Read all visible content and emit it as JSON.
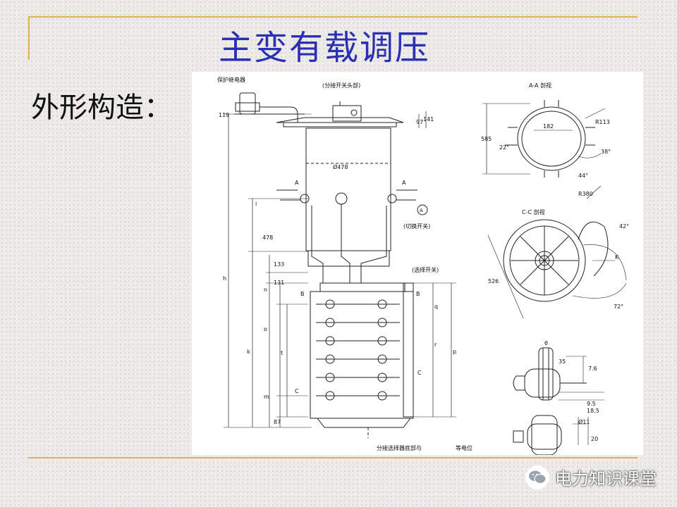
{
  "slide": {
    "title": "主变有载调压",
    "subtitle": "外形构造："
  },
  "drawing": {
    "labels": {
      "protect_relay": "保护继电器",
      "diverter_head": "(分接开关头部)",
      "section_aa": "A-A 剖视",
      "section_cc": "C-C 剖视",
      "diverter_switch": "(切换开关)",
      "selector": "(选择开关)",
      "bottom_note_a": "分接选择器底部与",
      "bottom_note_b": "等电位",
      "circle_a": "A",
      "a_left": "A",
      "a_right": "A",
      "b_left": "B",
      "b_right": "B",
      "c_left": "C",
      "c_right": "C",
      "k": "K",
      "theta": "θ"
    },
    "dims": {
      "d119": "119",
      "d97": "97",
      "d141": "141",
      "d478": "Ø478",
      "d478v": "478",
      "d133": "133",
      "d131": "131",
      "d87": "87",
      "di": "i",
      "dh": "h",
      "dk": "k",
      "dn": "n",
      "dp": "p",
      "dq": "q",
      "dr": "r",
      "dm": "m",
      "do": "o",
      "dt": "t",
      "d585": "585",
      "d182": "182",
      "dR113": "R113",
      "d22": "22°",
      "d38": "38°",
      "d44": "44°",
      "dR380": "R380",
      "d42": "42°",
      "d526": "526",
      "d72": "72°",
      "d35": "35",
      "d76": "7.6",
      "d95": "9.5",
      "d185": "18.5",
      "d11": "Ø11",
      "d20": "20"
    }
  },
  "watermark": {
    "text": "电力知识课堂",
    "icon": "wechat-icon"
  }
}
